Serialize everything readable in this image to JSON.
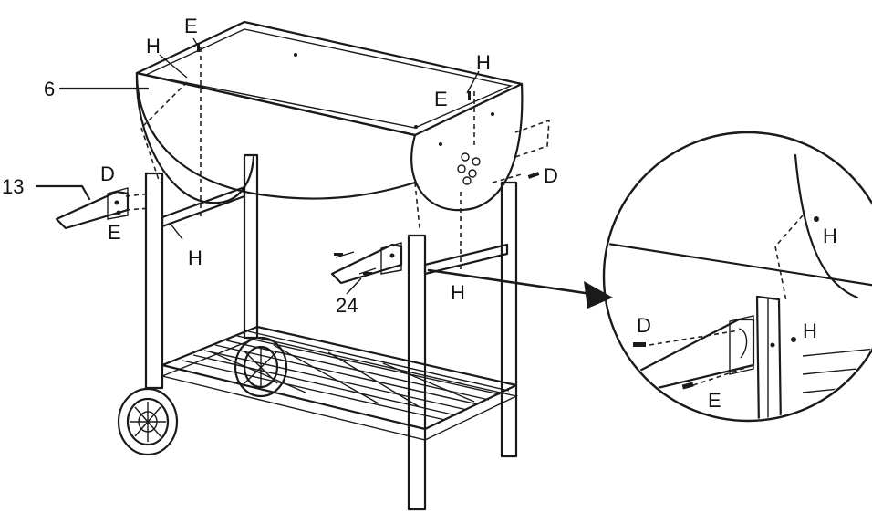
{
  "labels": {
    "part_6": "6",
    "part_13": "13",
    "part_24": "24",
    "h_top_left": "H",
    "e_top_left": "E",
    "h_top_right": "H",
    "e_top_right": "E",
    "d_right": "D",
    "d_left": "D",
    "e_left": "E",
    "h_left": "H",
    "h_mid": "H",
    "detail_h_top": "H",
    "detail_d": "D",
    "detail_h_mid": "H",
    "detail_e": "E"
  },
  "colors": {
    "line": "#1a1a1a",
    "background": "#ffffff"
  }
}
